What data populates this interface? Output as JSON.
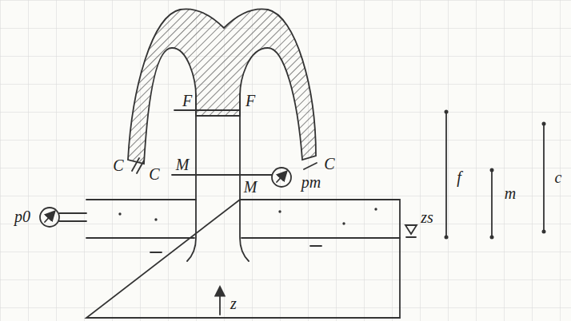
{
  "diagram": {
    "labels": [
      "C",
      "C",
      "F",
      "F",
      "C",
      "M",
      "M",
      "pm",
      "p0",
      "zs",
      "z",
      "f",
      "m",
      "c"
    ]
  }
}
